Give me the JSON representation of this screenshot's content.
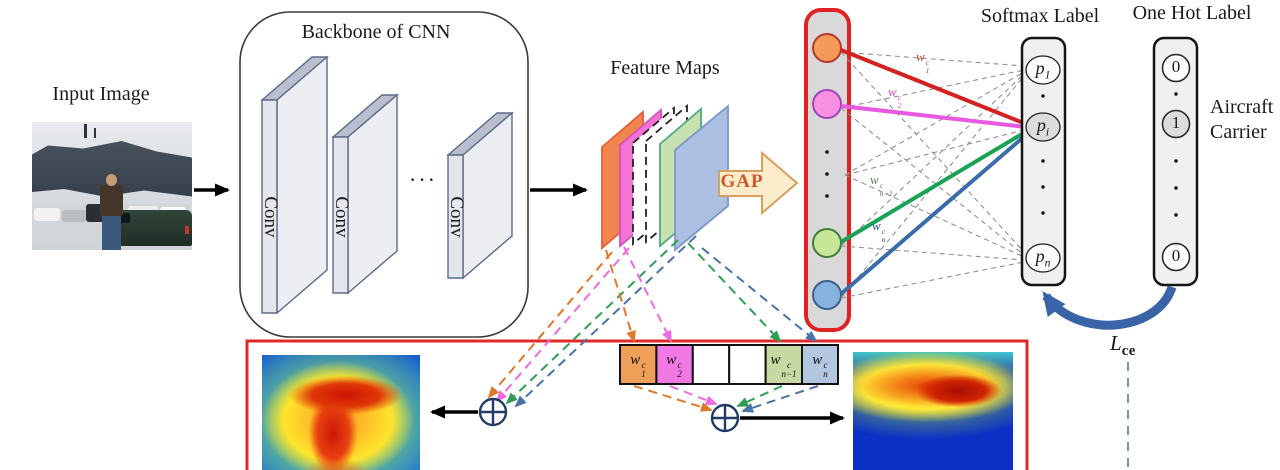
{
  "titles": {
    "input_image": "Input Image",
    "backbone": "Backbone of CNN",
    "ellipsis": "···",
    "feature_maps": "Feature Maps",
    "gap": "GAP",
    "softmax": "Softmax Label",
    "one_hot": "One Hot Label",
    "class_line1": "Aircraft",
    "class_line2": "Carrier"
  },
  "backbone": {
    "layers": [
      "Conv",
      "Conv",
      "Conv"
    ]
  },
  "weights": {
    "w1": {
      "base": "w",
      "sup": "c",
      "sub": "1"
    },
    "w2": {
      "base": "w",
      "sup": "c",
      "sub": "2"
    },
    "wn1": {
      "base": "w",
      "sup": "c",
      "sub": "n−1"
    },
    "wn": {
      "base": "w",
      "sup": "c",
      "sub": "n"
    }
  },
  "softmax_nodes": {
    "p1": {
      "base": "p",
      "sub": "1"
    },
    "pi": {
      "base": "p",
      "sub": "i"
    },
    "pn": {
      "base": "p",
      "sub": "n"
    }
  },
  "one_hot_values": {
    "top": "0",
    "middle": "1",
    "bottom": "0"
  },
  "loss": {
    "base": "L",
    "sub": "ce"
  },
  "colors": {
    "accent_red": "#e02828",
    "weight_red": "#d42020",
    "weight_magenta": "#e858e0",
    "weight_green": "#18a254",
    "weight_blue": "#3a6cac",
    "circle_orange": "#f69a5b",
    "circle_pink": "#f98fe0",
    "circle_green": "#c8e697",
    "circle_blue": "#85b3dd",
    "gap_fill": "#fbeccb",
    "curved_arrow_blue": "#3a64a8"
  }
}
